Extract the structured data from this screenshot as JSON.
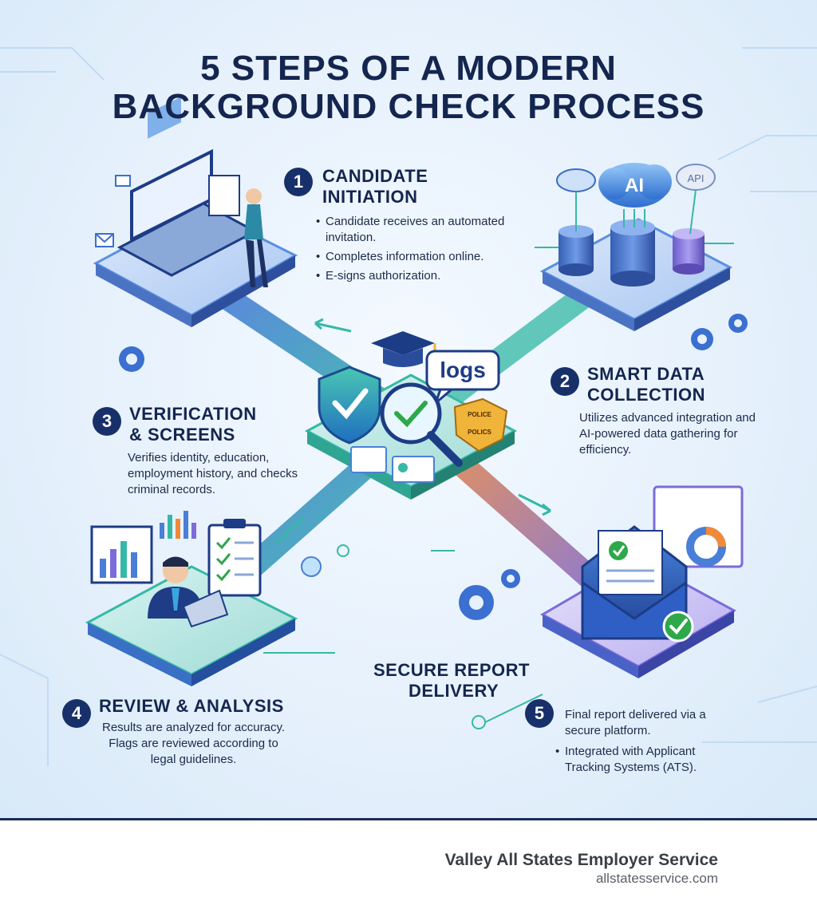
{
  "title": {
    "line1": "5 STEPS OF A MODERN",
    "line2": "BACKGROUND CHECK PROCESS"
  },
  "steps": [
    {
      "number": "1",
      "title_line1": "CANDIDATE",
      "title_line2": "INITIATION",
      "bullets": [
        "Candidate receives an automated invitation.",
        "Completes information online.",
        "E-signs authorization."
      ]
    },
    {
      "number": "2",
      "title_line1": "SMART DATA",
      "title_line2": "COLLECTION",
      "text": "Utilizes advanced integration and AI-powered data gathering for efficiency."
    },
    {
      "number": "3",
      "title_line1": "VERIFICATION",
      "title_line2": "& SCREENS",
      "text": "Verifies identity, education, employment history, and checks criminal records."
    },
    {
      "number": "4",
      "title": "REVIEW & ANALYSIS",
      "text": "Results are analyzed for accuracy. Flags are reviewed according to legal guidelines."
    },
    {
      "number": "5",
      "title_line1": "SECURE REPORT",
      "title_line2": "DELIVERY",
      "text": "Final report delivered via a secure platform.",
      "bullets": [
        "Integrated with Applicant Tracking Systems (ATS)."
      ]
    }
  ],
  "illustration_labels": {
    "cloud_ai": "AI",
    "cloud_api": "API",
    "bubble_logs": "logs",
    "badge_top": "POLICE",
    "badge_bottom": "POLICS"
  },
  "footer": {
    "brand": "Valley All States Employer Service",
    "url": "allstatesservice.com"
  },
  "colors": {
    "navy": "#14264f",
    "teal": "#2fb8a4",
    "blue": "#3b7bd8",
    "purple": "#7b6cd9",
    "orange": "#f08a3a",
    "green_check": "#2ea84a"
  }
}
